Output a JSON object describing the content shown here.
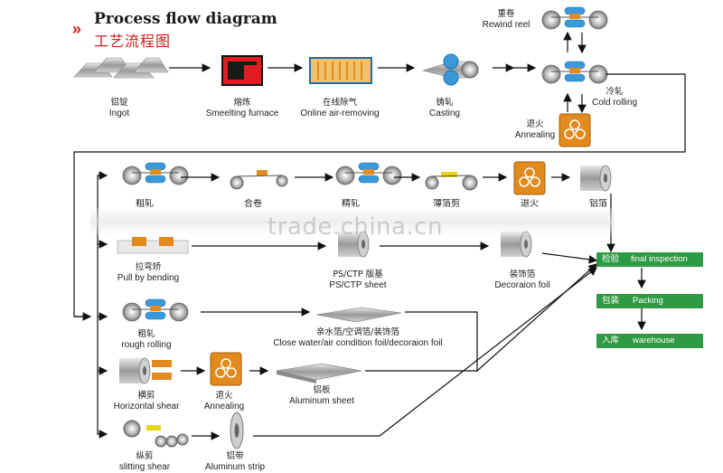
{
  "header": {
    "title_en": "Process flow diagram",
    "title_zh": "工艺流程图",
    "marker": "»"
  },
  "steps": {
    "ingot": {
      "zh": "铝锭",
      "en": "Ingot"
    },
    "smelting": {
      "zh": "熔炼",
      "en": "Smeelting furnace"
    },
    "air_removing": {
      "zh": "在线除气",
      "en": "Online air-removing"
    },
    "casting": {
      "zh": "铸轧",
      "en": "Casting"
    },
    "rewind": {
      "zh": "重卷",
      "en": "Rewind reel"
    },
    "cold_rolling": {
      "zh": "冷轧",
      "en": "Cold rolling"
    },
    "annealing_top": {
      "zh": "退火",
      "en": "Annealing"
    },
    "pull_bending": {
      "zh": "拉弯矫",
      "en": "Pull by bending"
    },
    "ps_ctp": {
      "zh": "PS/CTP 版基",
      "en": "PS/CTP sheet"
    },
    "decoration_foil": {
      "zh": "装饰箔",
      "en": "Decoraion foil"
    },
    "rough_rolling": {
      "zh": "粗轧",
      "en": "rough rolling"
    },
    "close_water": {
      "zh": "亲水箔/空调箔/装饰箔",
      "en": "Close water/air condition foil/decoraion foil"
    },
    "horizontal_shear": {
      "zh": "横剪",
      "en": "Horizontal shear"
    },
    "annealing_mid": {
      "zh": "退火",
      "en": "Annealing"
    },
    "aluminum_sheet": {
      "zh": "铝板",
      "en": "Aluminum sheet"
    },
    "slitting_shear": {
      "zh": "纵剪",
      "en": "slitting shear"
    },
    "aluminum_strip": {
      "zh": "铝带",
      "en": "Aluminum strip"
    }
  },
  "row2_partial": [
    "粗轧",
    "合卷",
    "精轧",
    "薄箔剪",
    "退火",
    "铝箔"
  ],
  "final": {
    "inspection": {
      "zh": "检验",
      "en": "final inspection"
    },
    "packing": {
      "zh": "包装",
      "en": "Packing"
    },
    "warehouse": {
      "zh": "入库",
      "en": "warehouse"
    }
  },
  "watermark": "trade.china.cn",
  "colors": {
    "accent_red": "#c8201e",
    "green": "#2e9a43",
    "roller_blue": "#3a9ad9",
    "orange": "#e28a1e"
  }
}
